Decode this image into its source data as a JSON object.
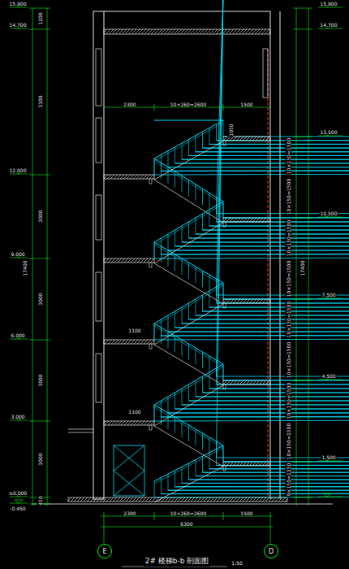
{
  "diagram": {
    "title": "2# 楼梯b-b 剖面图",
    "nodes": [
      {
        "text": [
          "E"
        ]
      },
      {
        "text": [
          "D"
        ]
      }
    ],
    "labels": [
      "15.900",
      "14.700",
      "12.000",
      "9.000",
      "6.000",
      "3.000",
      "±0.000",
      "-0.450",
      "1200",
      "3300",
      "3000",
      "3000",
      "3000",
      "3000",
      "450",
      "17400",
      "15.900",
      "14.700",
      "13.500",
      "10.500",
      "7.500",
      "4.500",
      "1.500",
      "10×150=1500",
      "10×150=1500",
      "10×150=1500",
      "10×150=1500",
      "10×150=1500",
      "10×150=1500",
      "10×150=1500",
      "10×150=1500",
      "9×150=1350",
      "17400",
      "2300",
      "10×260=2600",
      "1500",
      "1050",
      "1100",
      "1100",
      "2300",
      "10×260=2600",
      "1500",
      "6300",
      "1:50"
    ]
  }
}
